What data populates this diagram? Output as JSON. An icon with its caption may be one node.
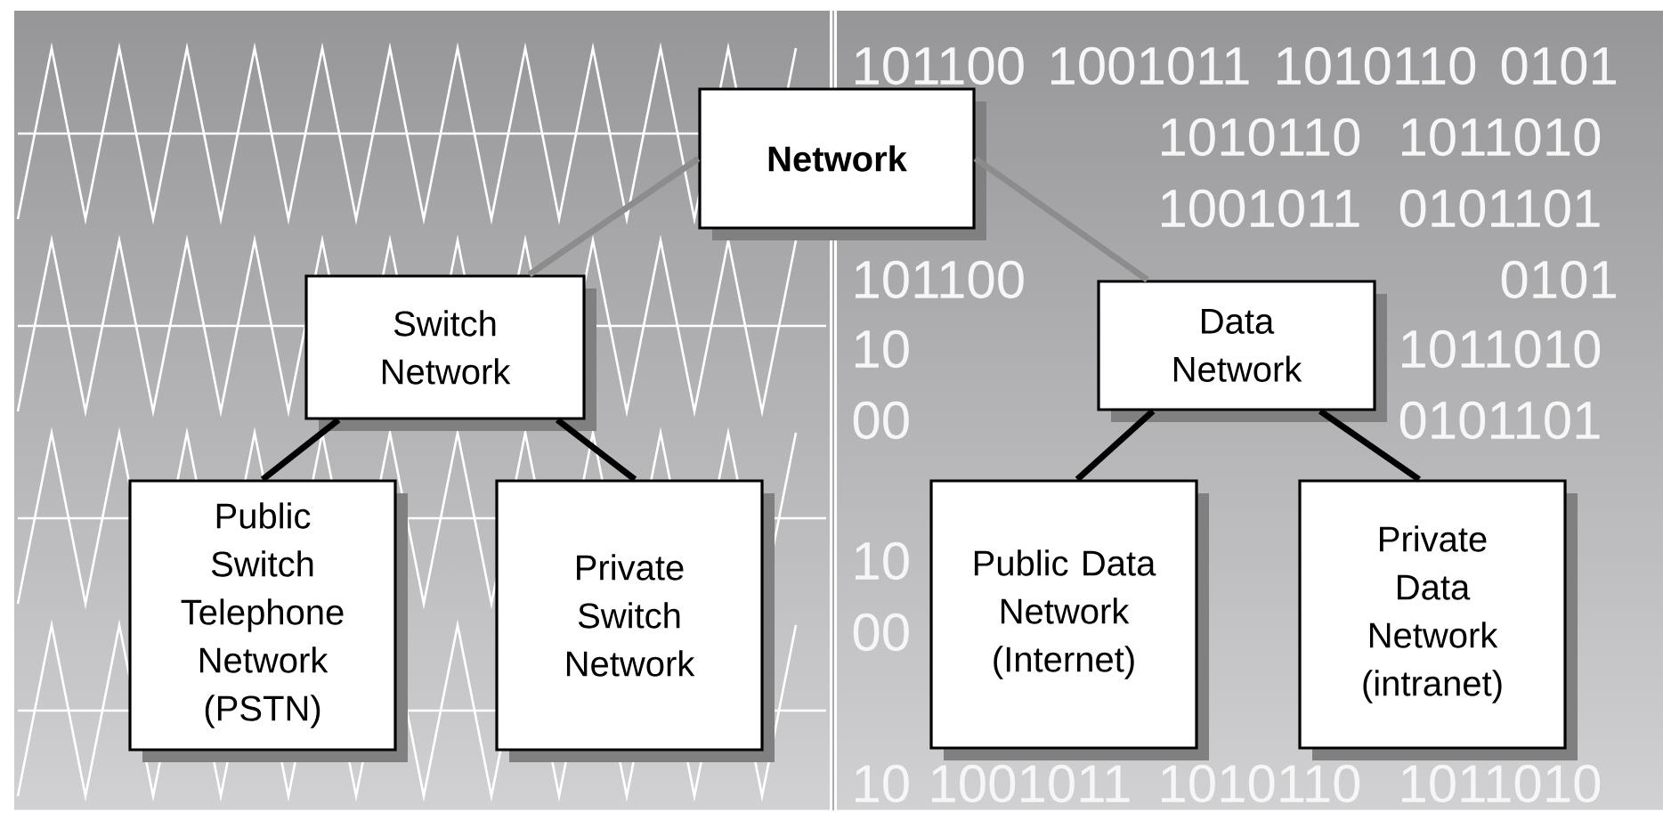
{
  "diagram": {
    "nodes": [
      {
        "text": [
          "Network"
        ]
      },
      {
        "text": [
          "Switch Network"
        ]
      },
      {
        "text": [
          "Public Switch Telephone Network (PSTN)"
        ]
      },
      {
        "text": [
          "Private Switch Network"
        ]
      },
      {
        "text": [
          "Data Network"
        ]
      },
      {
        "text": [
          "Public Data Network (Internet)"
        ]
      },
      {
        "text": [
          "Private Data Network (intranet)"
        ]
      }
    ],
    "edges": [
      {
        "from": 0,
        "to": 1,
        "arrow": "none",
        "color": "#8c8c8c"
      },
      {
        "from": 0,
        "to": 4,
        "arrow": "none",
        "color": "#8c8c8c"
      },
      {
        "from": 1,
        "to": 2,
        "arrow": "none"
      },
      {
        "from": 1,
        "to": 3,
        "arrow": "none"
      },
      {
        "from": 4,
        "to": 5,
        "arrow": "none"
      },
      {
        "from": 4,
        "to": 6,
        "arrow": "none"
      }
    ],
    "labels": [
      "101100",
      "1001011",
      "1010110",
      "0101",
      "1010110",
      "1011010",
      "1001011",
      "0101101",
      "101100",
      "0101",
      "10",
      "1011010",
      "00",
      "0101101",
      "10",
      "00",
      "10",
      "1001011",
      "1010110",
      "1011010"
    ]
  }
}
